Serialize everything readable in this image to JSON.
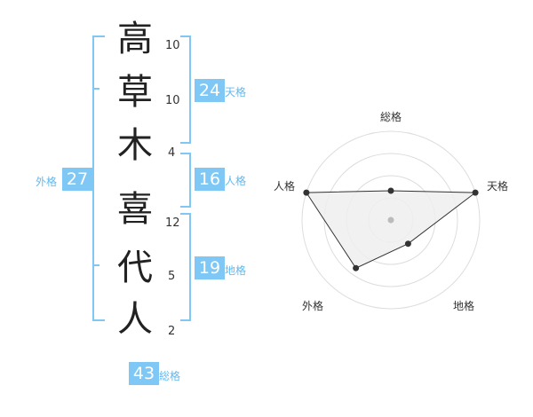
{
  "name": {
    "chars": [
      {
        "char": "高",
        "strokes": "10"
      },
      {
        "char": "草",
        "strokes": "10"
      },
      {
        "char": "木",
        "strokes": "4"
      },
      {
        "char": "喜",
        "strokes": "12"
      },
      {
        "char": "代",
        "strokes": "5"
      },
      {
        "char": "人",
        "strokes": "2"
      }
    ]
  },
  "fortunes": {
    "tenkaku": {
      "value": "24",
      "label": "天格"
    },
    "jinkaku": {
      "value": "16",
      "label": "人格"
    },
    "chikaku": {
      "value": "19",
      "label": "地格"
    },
    "gaikaku": {
      "value": "27",
      "label": "外格"
    },
    "soukaku": {
      "value": "43",
      "label": "総格"
    }
  },
  "radar": {
    "axes": [
      "総格",
      "天格",
      "地格",
      "外格",
      "人格"
    ],
    "levels": 4,
    "values": [
      0.33,
      1.0,
      0.33,
      0.67,
      1.0
    ],
    "colors": {
      "fill": "#efefef",
      "line": "#333333",
      "ring": "#dddddd",
      "point": "#333333",
      "center": "#bbbbbb"
    }
  }
}
